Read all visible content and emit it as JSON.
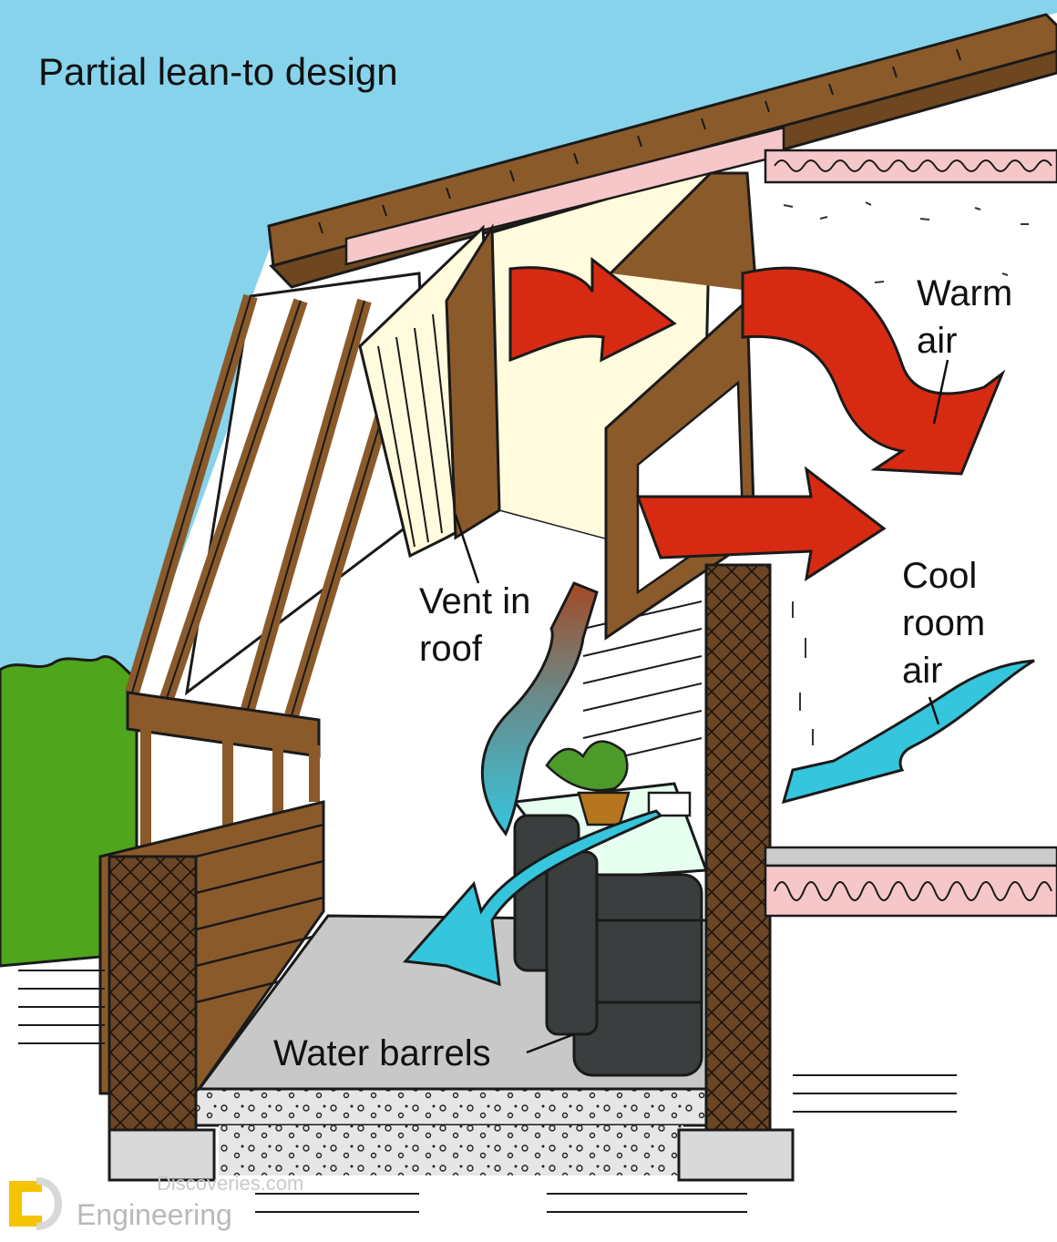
{
  "title": "Partial lean-to design",
  "labels": {
    "warm_air": "Warm\nair",
    "vent_in_roof": "Vent in\nroof",
    "cool_room_air": "Cool\nroom\nair",
    "water_barrels": "Water barrels"
  },
  "watermark": {
    "top": "Discoveries.com",
    "name": "Engineering"
  },
  "colors": {
    "sky": "#88d3ec",
    "wood": "#8b5a2b",
    "wood_dark": "#5a3a1a",
    "brick": "#6a4526",
    "warm_air": "#d62b12",
    "cool_air": "#35c5dc",
    "insulation": "#f6c7c9",
    "wall_cream": "#fffbdc",
    "floor": "#c8c8c8",
    "barrel": "#3b3e3e",
    "foliage": "#4fa51b",
    "logo_yellow": "#f5c400"
  }
}
